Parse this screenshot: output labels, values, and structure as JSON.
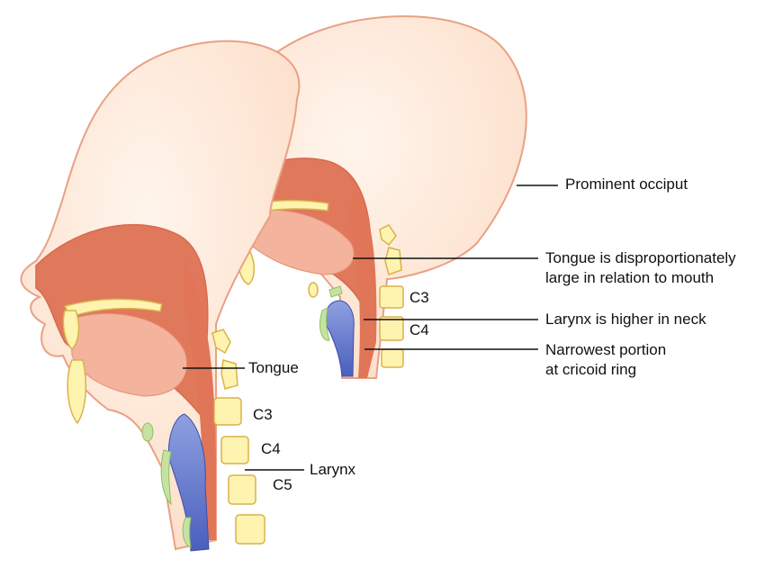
{
  "adult_labels": {
    "occiput": "Prominent occiput",
    "tongue_line1": "Tongue is disproportionately",
    "tongue_line2": "large in relation to mouth",
    "c3": "C3",
    "larynx": "Larynx is higher in neck",
    "c4": "C4",
    "narrow_line1": "Narrowest portion",
    "narrow_line2": "at cricoid ring"
  },
  "child_labels": {
    "tongue": "Tongue",
    "c3": "C3",
    "c4": "C4",
    "larynx": "Larynx",
    "c5": "C5"
  },
  "colors": {
    "skin": "#fde7d8",
    "skin_outline": "#e58f6f",
    "muscle": "#e07558",
    "cartilage": "#fff3b0",
    "airway": "#6b7fd0",
    "bone_outline": "#d9b24a",
    "green_cartilage": "#b9d98e"
  }
}
